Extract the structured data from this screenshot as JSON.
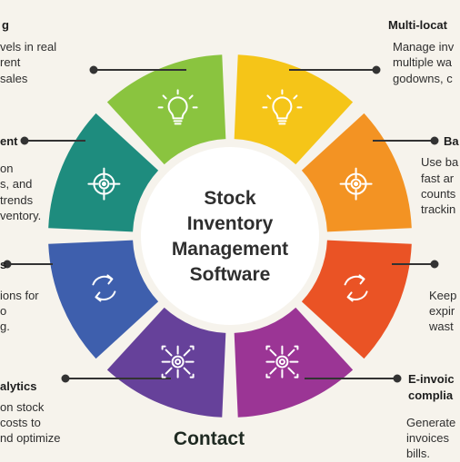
{
  "center_title": [
    "Stock",
    "Inventory",
    "Management",
    "Software"
  ],
  "bottom_title": "Contact",
  "segments": [
    {
      "key": "seg1",
      "color": "#8ac43f",
      "icon": "lightbulb-icon"
    },
    {
      "key": "seg2",
      "color": "#f5c518",
      "icon": "lightbulb-icon"
    },
    {
      "key": "seg3",
      "color": "#f39323",
      "icon": "target-icon"
    },
    {
      "key": "seg4",
      "color": "#ea5325",
      "icon": "refresh-cycle-icon"
    },
    {
      "key": "seg5",
      "color": "#9b3595",
      "icon": "gear-network-icon"
    },
    {
      "key": "seg6",
      "color": "#66419a",
      "icon": "gear-network-icon"
    },
    {
      "key": "seg7",
      "color": "#3e5fad",
      "icon": "refresh-cycle-icon"
    },
    {
      "key": "seg8",
      "color": "#1e8c7e",
      "icon": "target-icon"
    }
  ],
  "labels": {
    "left1": {
      "title": "g",
      "lines": [
        "vels in real",
        "rent",
        "sales"
      ]
    },
    "left2": {
      "title": "ent",
      "lines": [
        "on",
        "s, and",
        "trends",
        "ventory."
      ]
    },
    "left3": {
      "title": "s",
      "lines": [
        "ions for",
        "o",
        "g."
      ]
    },
    "left4": {
      "title": "alytics",
      "lines": [
        "on stock",
        "costs to",
        "nd optimize"
      ]
    },
    "right1": {
      "title": "Multi-locat",
      "lines": [
        "Manage inv",
        "multiple wa",
        "godowns, c"
      ]
    },
    "right2": {
      "title": "Ba",
      "lines": [
        "Use ba",
        "fast ar",
        "counts",
        "trackin"
      ]
    },
    "right3": {
      "title": "",
      "lines": [
        "Keep",
        "expir",
        "wast"
      ]
    },
    "right4": {
      "title": "E-invoic",
      "title2": "complia",
      "lines": [
        "Generate",
        "invoices",
        "bills."
      ]
    }
  },
  "colors": {
    "background": "#f6f3ec",
    "line": "#333333",
    "center_fill": "#ffffff"
  }
}
